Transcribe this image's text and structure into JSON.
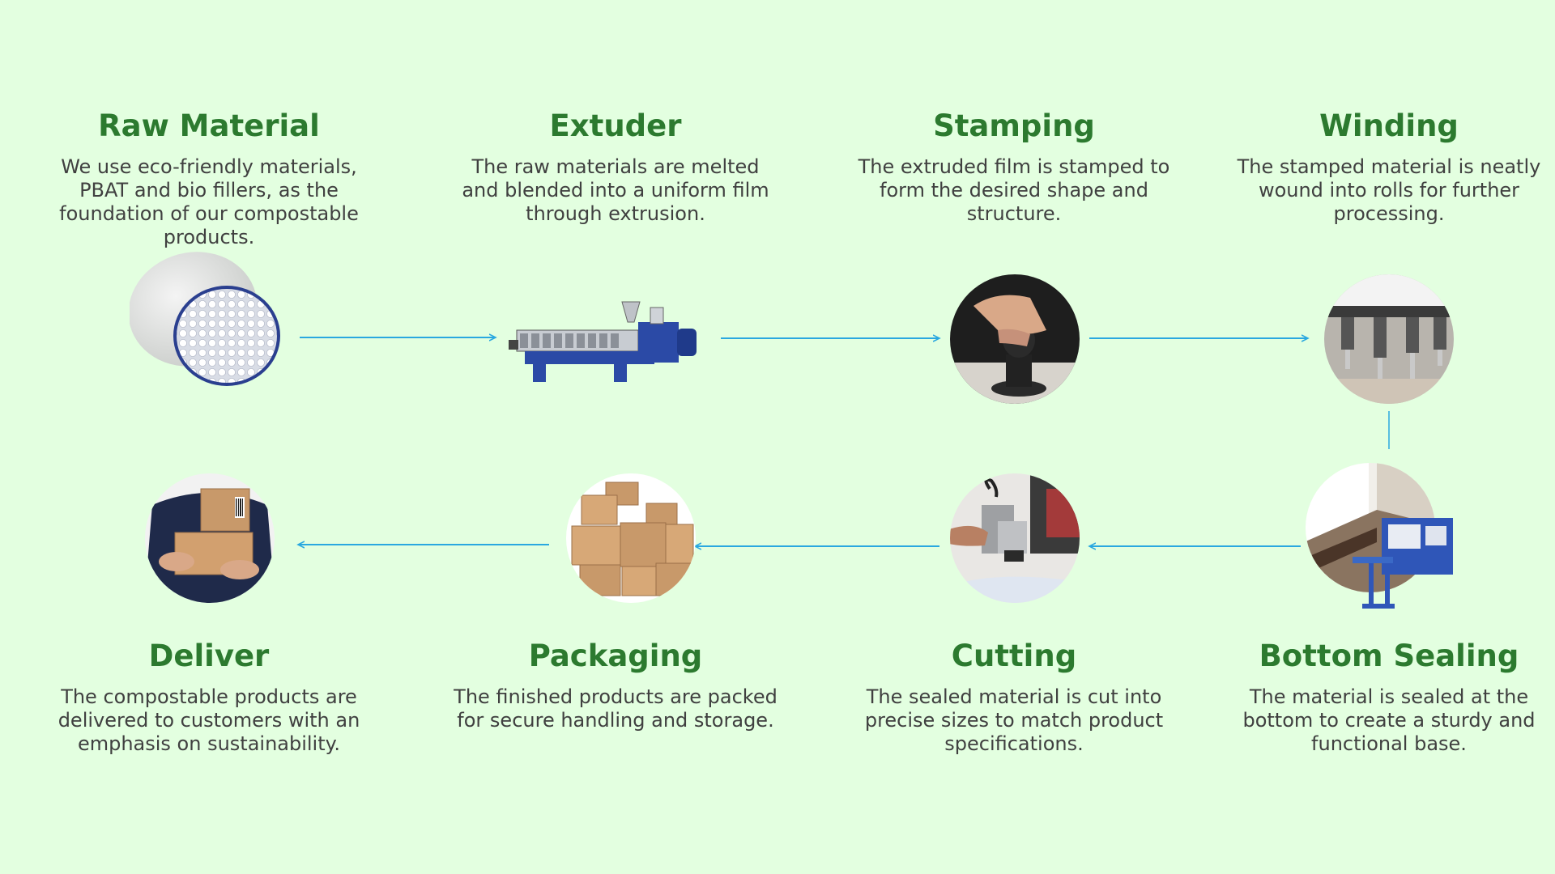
{
  "steps": [
    {
      "title": "Raw Material",
      "description": "We use eco-friendly materials, PBAT and bio fillers, as the foundation of our compostable products."
    },
    {
      "title": "Extuder",
      "description": "The raw materials are melted and blended into a uniform film through extrusion."
    },
    {
      "title": "Stamping",
      "description": "The extruded film is stamped to form the desired shape and structure."
    },
    {
      "title": "Winding",
      "description": "The stamped material is neatly wound into rolls for further processing."
    },
    {
      "title": "Bottom Sealing",
      "description": "The material is sealed at the bottom to create a sturdy and functional base."
    },
    {
      "title": "Cutting",
      "description": "The sealed material is cut into precise sizes to match product specifications."
    },
    {
      "title": "Packaging",
      "description": "The finished products are packed for secure handling and storage."
    },
    {
      "title": "Deliver",
      "description": "The compostable products are delivered to customers with an emphasis on sustainability."
    }
  ],
  "colors": {
    "background": "#e3ffe0",
    "title": "#2c7a2f",
    "text": "#404040",
    "arrow": "#2aa8e0"
  },
  "icons": [
    "pellets-icon",
    "extruder-machine-icon",
    "stamp-icon",
    "winding-machine-icon",
    "sealing-machine-icon",
    "cutting-icon",
    "boxes-icon",
    "delivery-person-icon"
  ]
}
